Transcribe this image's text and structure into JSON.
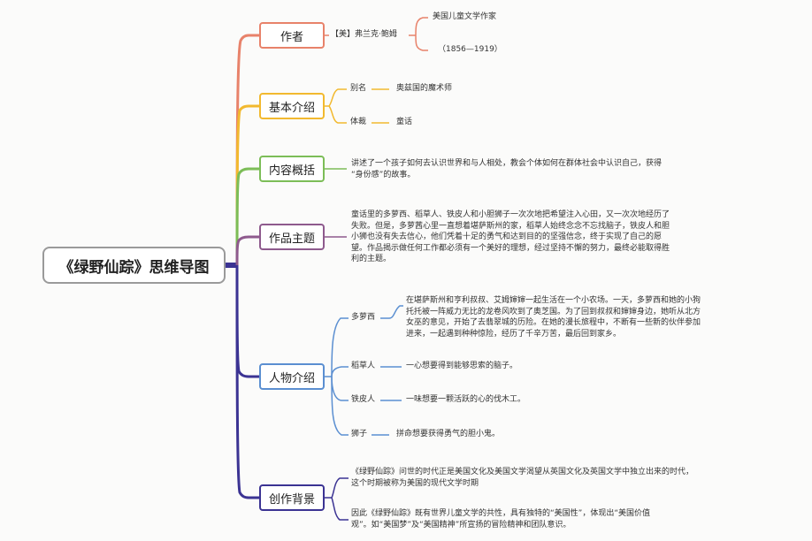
{
  "colors": {
    "author": "#e8826a",
    "intro": "#f2b92f",
    "summary": "#7cbd57",
    "theme": "#8e5a8d",
    "characters": "#5b8fd1",
    "background": "#3b3393",
    "root_border": "#9a9a9a",
    "root_connector": "#3b3393"
  },
  "root": {
    "title": "《绿野仙踪》思维导图"
  },
  "branches": {
    "author": {
      "label": "作者",
      "name": "【美】弗兰克·鲍姆",
      "details": [
        "美国儿童文学作家",
        "（1856—1919）"
      ]
    },
    "intro": {
      "label": "基本介绍",
      "items": [
        {
          "key": "别名",
          "value": "奥兹国的魔术师"
        },
        {
          "key": "体裁",
          "value": "童话"
        }
      ]
    },
    "summary": {
      "label": "内容概括",
      "lines": [
        "讲述了一个孩子如何去认识世界和与人相处，教会个体如何在群体社会中认识自己，获得",
        "“身份感”的故事。"
      ]
    },
    "theme": {
      "label": "作品主题",
      "lines": [
        "童话里的多萝西、稻草人、铁皮人和小胆狮子一次次地把希望注入心田，又一次次地经历了",
        "失败。但是，多萝茜心里一直想着堪萨斯州的家，稻草人始终念念不忘找脑子，铁皮人和胆",
        "小狮也没有失去信心，他们凭着十足的勇气和达到目的的坚强信念，终于实现了自己的愿",
        "望。作品揭示做任何工作都必须有一个美好的理想，经过坚持不懈的努力，最终必能取得胜",
        "利的主题。"
      ]
    },
    "characters": {
      "label": "人物介绍",
      "items": [
        {
          "name": "多萝西",
          "lines": [
            "在堪萨斯州和亨利叔叔、艾姆婶婶一起生活在一个小农场。一天，多萝西和她的小狗",
            "托托被一阵威力无比的龙卷风吹到了奥芝国。为了回到叔叔和婶婶身边，她听从北方",
            "女巫的意见，开始了去翡翠城的历险。在她的漫长旅程中，不断有一些新的伙伴参加",
            "进来，一起遇到种种惊险，经历了千辛万苦，最后回到家乡。"
          ]
        },
        {
          "name": "稻草人",
          "lines": [
            "一心想要得到能够思索的脑子。"
          ]
        },
        {
          "name": "铁皮人",
          "lines": [
            "一味想要一颗活跃的心的伐木工。"
          ]
        },
        {
          "name": "狮子",
          "lines": [
            "拼命想要获得勇气的胆小鬼。"
          ]
        }
      ]
    },
    "background": {
      "label": "创作背景",
      "paragraphs": [
        [
          "《绿野仙踪》问世的时代正是美国文化及美国文学渴望从英国文化及英国文学中独立出来的时代，",
          "这个时期被称为美国的现代文学时期"
        ],
        [
          "因此《绿野仙踪》既有世界儿童文学的共性，具有独特的“美国性”，体现出“美国价值",
          "观”。如“美国梦”及“美国精神”所宣扬的冒险精神和团队意识。"
        ]
      ]
    }
  }
}
